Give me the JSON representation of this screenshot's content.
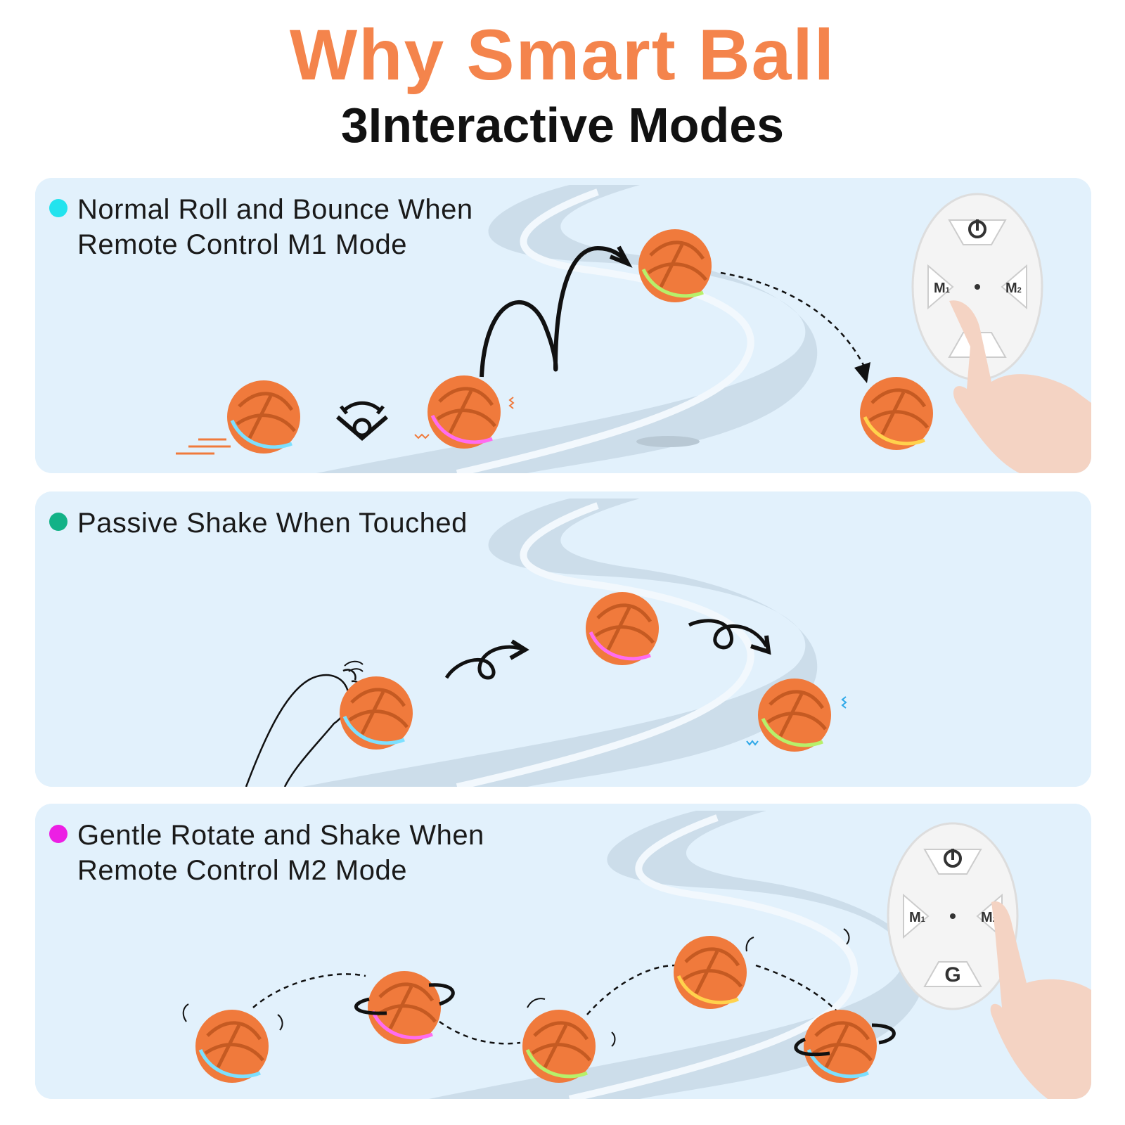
{
  "header": {
    "title": "Why Smart Ball",
    "subtitle": "3Interactive Modes"
  },
  "colors": {
    "title": "#F4844C",
    "panel_bg": "#E2F1FC",
    "road": "#CCDDEA",
    "road_line": "#F2F8FD",
    "ball": "#F07A3C",
    "ball_dark": "#C55A22",
    "dot_mode1": "#22E3EE",
    "dot_mode2": "#12B287",
    "dot_mode3": "#EC1FE4",
    "remote_body": "#F4F4F4",
    "arrow": "#111111"
  },
  "modes": [
    {
      "line1": "Normal Roll and Bounce When",
      "line2": "Remote Control M1 Mode"
    },
    {
      "line1": "Passive Shake When Touched",
      "line2": ""
    },
    {
      "line1": "Gentle Rotate and Shake When",
      "line2": "Remote Control M2 Mode"
    }
  ],
  "remote": {
    "power_icon": "power-icon",
    "m1_label": "M",
    "m1_sub": "1",
    "m2_label": "M",
    "m2_sub": "2",
    "g_label": "G"
  }
}
